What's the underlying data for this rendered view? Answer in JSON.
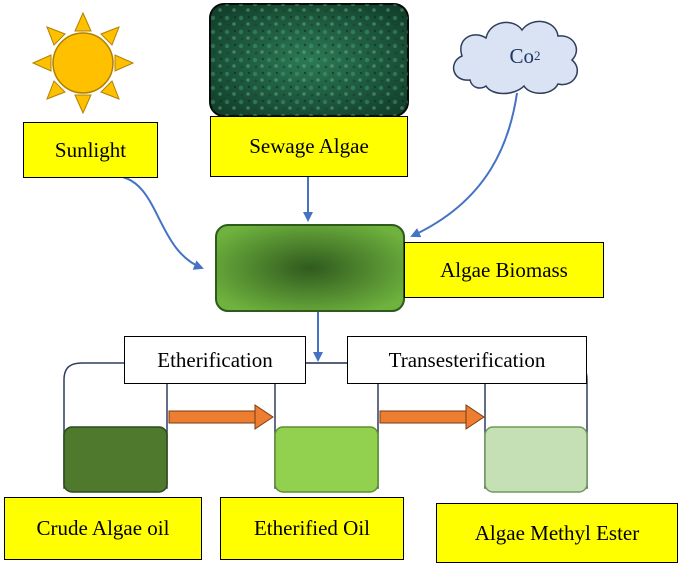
{
  "sources": {
    "sunlight": "Sunlight",
    "sewage_algae": "Sewage Algae",
    "co2_main": "Co",
    "co2_sub": "2"
  },
  "center": {
    "algae_biomass": "Algae Biomass"
  },
  "processes": {
    "etherification": "Etherification",
    "transesterification": "Transesterification"
  },
  "products": {
    "crude_algae_oil": "Crude Algae oil",
    "etherified_oil": "Etherified Oil",
    "algae_methyl_ester": "Algae Methyl Ester"
  },
  "colors": {
    "label_fill": "#ffff00",
    "sun_fill": "#ffc000",
    "arrow_blue": "#4472c4",
    "flow_arrow": "#ed7d31",
    "biomass_green": "#5a9e32",
    "crude_oil_green": "#4f7a2e",
    "etherified_oil_green": "#92d050",
    "methyl_ester_green": "#c5e0b4",
    "cloud_fill": "#dae3f3"
  }
}
